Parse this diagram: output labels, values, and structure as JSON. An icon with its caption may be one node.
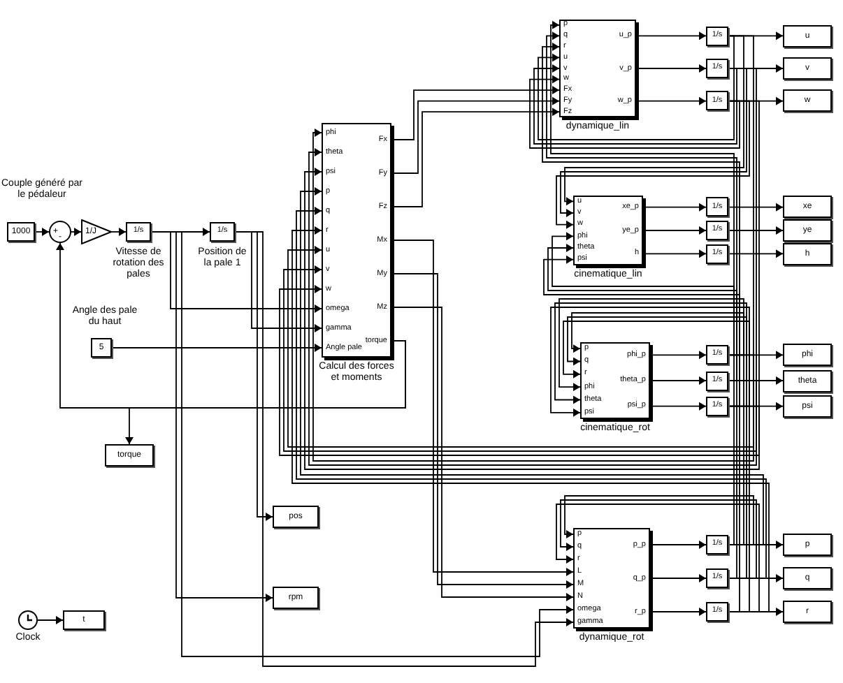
{
  "diagram": {
    "nodes": [
      {
        "text": [
          "1000"
        ],
        "beside": [
          "Couple généré par le pédaleur"
        ]
      },
      {
        "text": [
          "+",
          "-"
        ]
      },
      {
        "text": [
          "1/J"
        ]
      },
      {
        "text": [
          "1/s"
        ],
        "beside": [
          "Vitesse de rotation des pales"
        ]
      },
      {
        "text": [
          "1/s"
        ],
        "beside": [
          "Position de la pale 1"
        ]
      },
      {
        "text": [
          "5"
        ],
        "beside": [
          "Angle des pale du haut"
        ]
      },
      {
        "text": [
          "torque"
        ]
      },
      {
        "text": [
          "pos"
        ]
      },
      {
        "text": [
          "rpm"
        ]
      },
      {
        "text": [],
        "shape": "circle",
        "beside": [
          "Clock"
        ]
      },
      {
        "text": [
          "t"
        ]
      },
      {
        "text": [
          "phi",
          "theta",
          "psi",
          "p",
          "q",
          "r",
          "u",
          "v",
          "w",
          "omega",
          "gamma",
          "Angle pale",
          "Fx",
          "Fy",
          "Fz",
          "Mx",
          "My",
          "Mz",
          "torque"
        ],
        "beside": [
          "Calcul des forces et moments"
        ]
      },
      {
        "text": [
          "p",
          "q",
          "r",
          "u",
          "v",
          "w",
          "Fx",
          "Fy",
          "Fz",
          "u_p",
          "v_p",
          "w_p"
        ],
        "beside": [
          "dynamique_lin"
        ]
      },
      {
        "text": [
          "1/s"
        ]
      },
      {
        "text": [
          "1/s"
        ]
      },
      {
        "text": [
          "1/s"
        ]
      },
      {
        "text": [
          "u"
        ]
      },
      {
        "text": [
          "v"
        ]
      },
      {
        "text": [
          "w"
        ]
      },
      {
        "text": [
          "u",
          "v",
          "w",
          "phi",
          "theta",
          "psi",
          "xe_p",
          "ye_p",
          "h"
        ],
        "beside": [
          "cinematique_lin"
        ]
      },
      {
        "text": [
          "1/s"
        ]
      },
      {
        "text": [
          "1/s"
        ]
      },
      {
        "text": [
          "1/s"
        ]
      },
      {
        "text": [
          "xe"
        ]
      },
      {
        "text": [
          "ye"
        ]
      },
      {
        "text": [
          "h"
        ]
      },
      {
        "text": [
          "p",
          "q",
          "r",
          "phi",
          "theta",
          "psi",
          "phi_p",
          "theta_p",
          "psi_p"
        ],
        "beside": [
          "cinematique_rot"
        ]
      },
      {
        "text": [
          "1/s"
        ]
      },
      {
        "text": [
          "1/s"
        ]
      },
      {
        "text": [
          "1/s"
        ]
      },
      {
        "text": [
          "phi"
        ]
      },
      {
        "text": [
          "theta"
        ]
      },
      {
        "text": [
          "psi"
        ]
      },
      {
        "text": [
          "p",
          "q",
          "r",
          "L",
          "M",
          "N",
          "omega",
          "gamma",
          "p_p",
          "q_p",
          "r_p"
        ],
        "beside": [
          "dynamique_rot"
        ]
      },
      {
        "text": [
          "1/s"
        ]
      },
      {
        "text": [
          "1/s"
        ]
      },
      {
        "text": [
          "1/s"
        ]
      },
      {
        "text": [
          "p"
        ]
      },
      {
        "text": [
          "q"
        ]
      },
      {
        "text": [
          "r"
        ]
      }
    ],
    "edges": [
      {
        "from": 0,
        "to": 1,
        "arrow": "to"
      },
      {
        "from": 1,
        "to": 2,
        "arrow": "to"
      },
      {
        "from": 2,
        "to": 3,
        "arrow": "to"
      },
      {
        "from": 3,
        "to": 4,
        "arrow": "to"
      },
      {
        "from": 3,
        "to": 11,
        "arrow": "to"
      },
      {
        "from": 4,
        "to": 11,
        "arrow": "to"
      },
      {
        "from": 5,
        "to": 11,
        "arrow": "to"
      },
      {
        "from": 11,
        "to": 1,
        "arrow": "to"
      },
      {
        "from": 11,
        "to": 6,
        "arrow": "to"
      },
      {
        "from": 4,
        "to": 7,
        "arrow": "to"
      },
      {
        "from": 3,
        "to": 8,
        "arrow": "to"
      },
      {
        "from": 9,
        "to": 10,
        "arrow": "to"
      },
      {
        "from": 11,
        "to": 12,
        "arrow": "to"
      },
      {
        "from": 11,
        "to": 12,
        "arrow": "to"
      },
      {
        "from": 11,
        "to": 12,
        "arrow": "to"
      },
      {
        "from": 11,
        "to": 33,
        "arrow": "to"
      },
      {
        "from": 11,
        "to": 33,
        "arrow": "to"
      },
      {
        "from": 11,
        "to": 33,
        "arrow": "to"
      },
      {
        "from": 12,
        "to": 13,
        "arrow": "to"
      },
      {
        "from": 12,
        "to": 14,
        "arrow": "to"
      },
      {
        "from": 12,
        "to": 15,
        "arrow": "to"
      },
      {
        "from": 13,
        "to": 16,
        "arrow": "to"
      },
      {
        "from": 14,
        "to": 17,
        "arrow": "to"
      },
      {
        "from": 15,
        "to": 18,
        "arrow": "to"
      },
      {
        "from": 19,
        "to": 20,
        "arrow": "to"
      },
      {
        "from": 19,
        "to": 21,
        "arrow": "to"
      },
      {
        "from": 19,
        "to": 22,
        "arrow": "to"
      },
      {
        "from": 20,
        "to": 23,
        "arrow": "to"
      },
      {
        "from": 21,
        "to": 24,
        "arrow": "to"
      },
      {
        "from": 22,
        "to": 25,
        "arrow": "to"
      },
      {
        "from": 26,
        "to": 27,
        "arrow": "to"
      },
      {
        "from": 26,
        "to": 28,
        "arrow": "to"
      },
      {
        "from": 26,
        "to": 29,
        "arrow": "to"
      },
      {
        "from": 27,
        "to": 30,
        "arrow": "to"
      },
      {
        "from": 28,
        "to": 31,
        "arrow": "to"
      },
      {
        "from": 29,
        "to": 32,
        "arrow": "to"
      },
      {
        "from": 33,
        "to": 34,
        "arrow": "to"
      },
      {
        "from": 33,
        "to": 35,
        "arrow": "to"
      },
      {
        "from": 33,
        "to": 36,
        "arrow": "to"
      },
      {
        "from": 34,
        "to": 37,
        "arrow": "to"
      },
      {
        "from": 35,
        "to": 38,
        "arrow": "to"
      },
      {
        "from": 36,
        "to": 39,
        "arrow": "to"
      },
      {
        "from": 13,
        "to": 12,
        "arrow": "to"
      },
      {
        "from": 14,
        "to": 12,
        "arrow": "to"
      },
      {
        "from": 15,
        "to": 12,
        "arrow": "to"
      },
      {
        "from": 13,
        "to": 19,
        "arrow": "to"
      },
      {
        "from": 14,
        "to": 19,
        "arrow": "to"
      },
      {
        "from": 15,
        "to": 19,
        "arrow": "to"
      },
      {
        "from": 13,
        "to": 11,
        "arrow": "to"
      },
      {
        "from": 14,
        "to": 11,
        "arrow": "to"
      },
      {
        "from": 15,
        "to": 11,
        "arrow": "to"
      },
      {
        "from": 27,
        "to": 19,
        "arrow": "to"
      },
      {
        "from": 28,
        "to": 19,
        "arrow": "to"
      },
      {
        "from": 29,
        "to": 19,
        "arrow": "to"
      },
      {
        "from": 27,
        "to": 26,
        "arrow": "to"
      },
      {
        "from": 28,
        "to": 26,
        "arrow": "to"
      },
      {
        "from": 29,
        "to": 26,
        "arrow": "to"
      },
      {
        "from": 27,
        "to": 11,
        "arrow": "to"
      },
      {
        "from": 28,
        "to": 11,
        "arrow": "to"
      },
      {
        "from": 29,
        "to": 11,
        "arrow": "to"
      },
      {
        "from": 34,
        "to": 12,
        "arrow": "to"
      },
      {
        "from": 35,
        "to": 12,
        "arrow": "to"
      },
      {
        "from": 36,
        "to": 12,
        "arrow": "to"
      },
      {
        "from": 34,
        "to": 26,
        "arrow": "to"
      },
      {
        "from": 35,
        "to": 26,
        "arrow": "to"
      },
      {
        "from": 36,
        "to": 26,
        "arrow": "to"
      },
      {
        "from": 34,
        "to": 33,
        "arrow": "to"
      },
      {
        "from": 35,
        "to": 33,
        "arrow": "to"
      },
      {
        "from": 36,
        "to": 33,
        "arrow": "to"
      },
      {
        "from": 34,
        "to": 11,
        "arrow": "to"
      },
      {
        "from": 35,
        "to": 11,
        "arrow": "to"
      },
      {
        "from": 36,
        "to": 11,
        "arrow": "to"
      },
      {
        "from": 3,
        "to": 33,
        "arrow": "to"
      },
      {
        "from": 4,
        "to": 33,
        "arrow": "to"
      }
    ]
  }
}
